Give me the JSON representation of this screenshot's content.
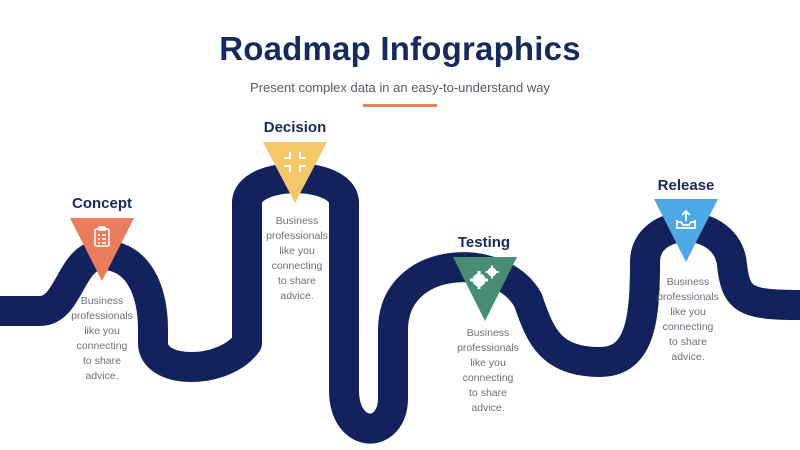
{
  "title": "Roadmap Infographics",
  "subtitle": "Present complex data in an easy-to-understand way",
  "colors": {
    "road": "#13215d",
    "title": "#162a5e",
    "accent": "#e5845c"
  },
  "steps": [
    {
      "label": "Concept",
      "color": "#ec7c5e",
      "icon": "clipboard-icon",
      "lines": [
        "Business",
        "professionals",
        "like you",
        "connecting",
        "to share",
        "advice."
      ]
    },
    {
      "label": "Decision",
      "color": "#f4c868",
      "icon": "collapse-arrows-icon",
      "lines": [
        "Business",
        "professionals",
        "like you",
        "connecting",
        "to share",
        "advice."
      ]
    },
    {
      "label": "Testing",
      "color": "#468d74",
      "icon": "gears-icon",
      "lines": [
        "Business",
        "professionals",
        "like you",
        "connecting",
        "to share",
        "advice."
      ]
    },
    {
      "label": "Release",
      "color": "#4da9e6",
      "icon": "inbox-upload-icon",
      "lines": [
        "Business",
        "professionals",
        "like you",
        "connecting",
        "to share",
        "advice."
      ]
    }
  ]
}
